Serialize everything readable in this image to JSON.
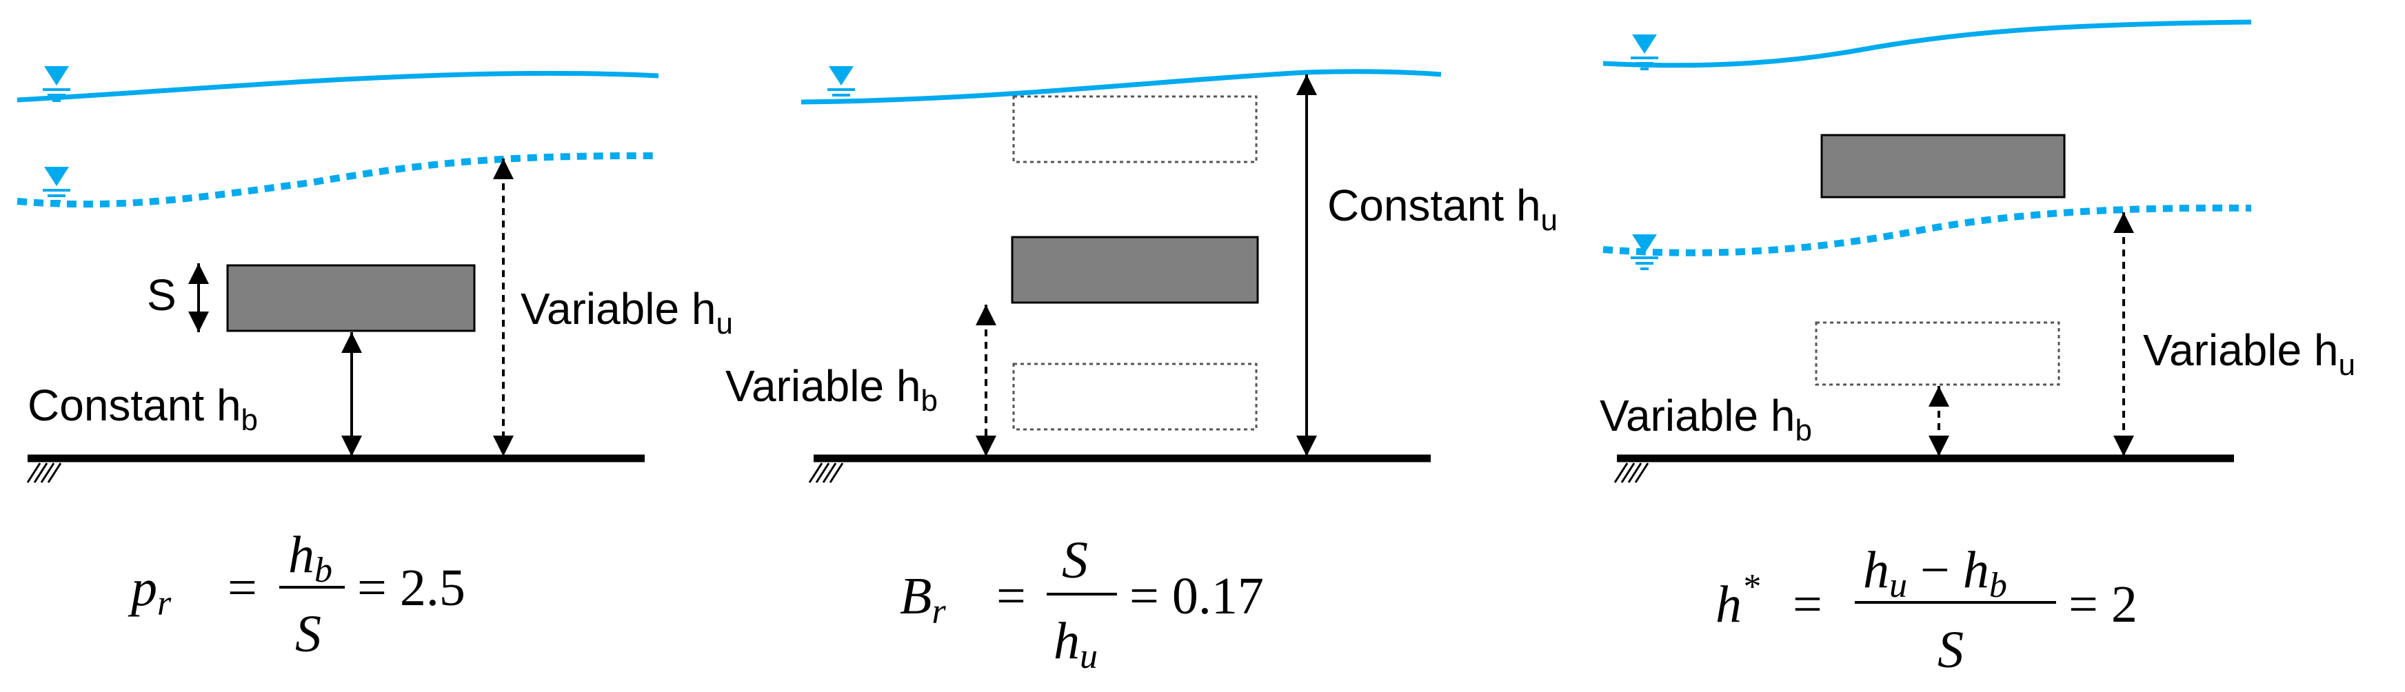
{
  "colors": {
    "water": "#00aaee",
    "block": "#808080",
    "block_outline": "#000000",
    "bed": "#000000"
  },
  "panel1": {
    "size_label": "S",
    "variable_label": "Variable h",
    "variable_sub": "u",
    "constant_label": "Constant h",
    "constant_sub": "b",
    "eq_lhs": "p",
    "eq_lhs_sub": "r",
    "eq_num": "h",
    "eq_num_sub": "b",
    "eq_den": "S",
    "eq_result": "= 2.5"
  },
  "panel2": {
    "constant_label": "Constant h",
    "constant_sub": "u",
    "variable_label": "Variable h",
    "variable_sub": "b",
    "eq_lhs": "B",
    "eq_lhs_sub": "r",
    "eq_num": "S",
    "eq_den": "h",
    "eq_den_sub": "u",
    "eq_result": "= 0.17"
  },
  "panel3": {
    "variable_u_label": "Variable h",
    "variable_u_sub": "u",
    "variable_b_label": "Variable h",
    "variable_b_sub": "b",
    "eq_lhs": "h",
    "eq_lhs_sup": "*",
    "eq_num_a": "h",
    "eq_num_a_sub": "u",
    "eq_num_minus": " − ",
    "eq_num_b": "h",
    "eq_num_b_sub": "b",
    "eq_den": "S",
    "eq_result": "= 2"
  }
}
